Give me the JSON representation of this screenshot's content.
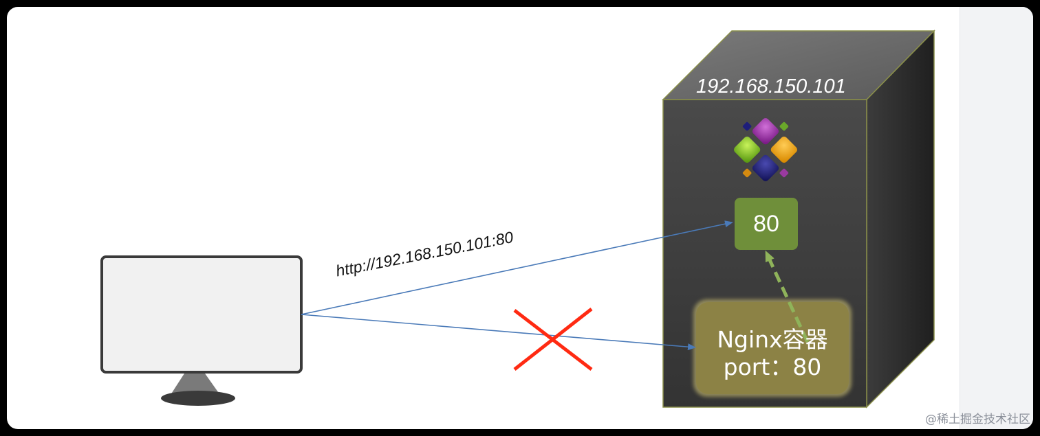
{
  "server": {
    "ip_address": "192.168.150.101",
    "host_port": "80"
  },
  "client": {
    "request_url": "http://192.168.150.101:80"
  },
  "container": {
    "title": "Nginx容器",
    "port_text": "port：80"
  },
  "watermark": "@稀土掘金技术社区",
  "colors": {
    "server_front": "#3a3a3a",
    "server_top": "#6b6b6b",
    "server_side": "#2b2b2b",
    "port_box": "#6f8f3a",
    "container_box": "#8c8245",
    "arrow": "#4a7ab8",
    "dashed_arrow": "#8fb35a",
    "cross": "#ff2a12",
    "monitor_screen": "#f1f1f1",
    "monitor_frame": "#3a3a3a"
  },
  "icons": [
    "monitor-icon",
    "docker-logo-icon"
  ]
}
